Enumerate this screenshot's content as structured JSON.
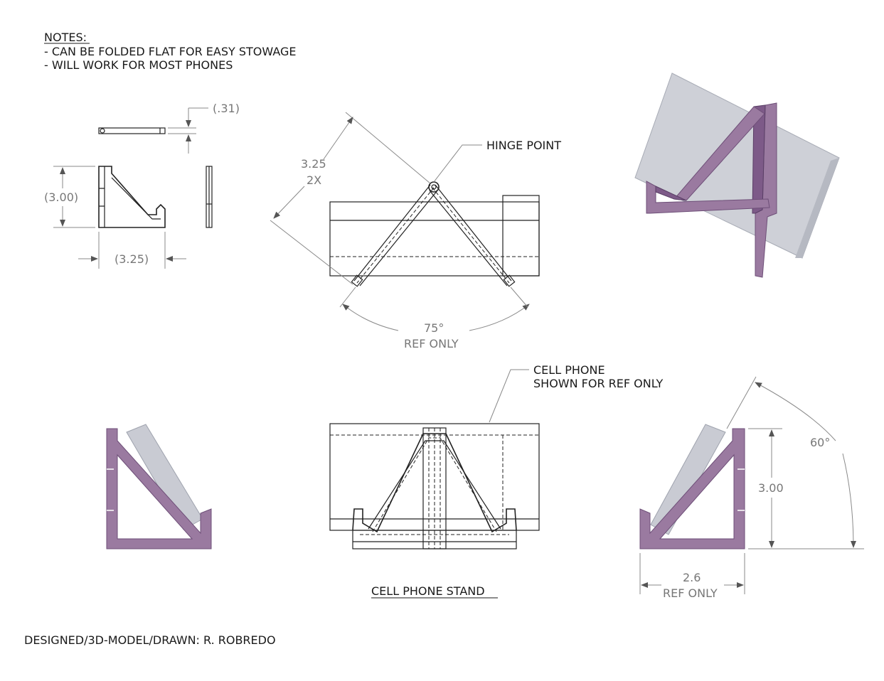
{
  "notes": {
    "heading": "NOTES:",
    "lines": [
      "- CAN BE FOLDED FLAT FOR EASY STOWAGE",
      "- WILL WORK FOR MOST PHONES"
    ]
  },
  "top_left_view": {
    "thickness": "(.31)",
    "height": "(3.00)",
    "width": "(3.25)"
  },
  "top_center_view": {
    "leg_length": "3.25",
    "leg_qty": "2X",
    "hinge_callout": "HINGE POINT",
    "angle": "75°",
    "angle_note": "REF ONLY"
  },
  "bottom_center_view": {
    "phone_callout_line1": "CELL PHONE",
    "phone_callout_line2": "SHOWN FOR REF ONLY",
    "title": "CELL PHONE STAND"
  },
  "bottom_right_view": {
    "height": "3.00",
    "angle": "60°",
    "width": "2.6",
    "width_note": "REF ONLY"
  },
  "credit": "DESIGNED/3D-MODEL/DRAWN:  R. ROBREDO",
  "colors": {
    "stand": "#9a7aa0",
    "phone": "#c9cbd3",
    "dimension": "#8a8a8a"
  }
}
